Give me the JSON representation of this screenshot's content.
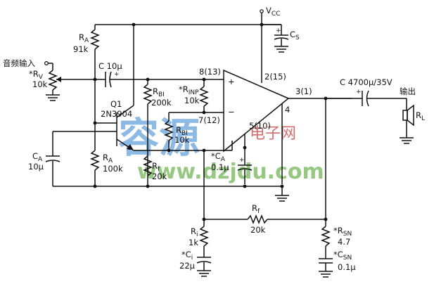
{
  "labels": {
    "vcc": "V",
    "vcc_sub": "CC",
    "cs": "C",
    "cs_sub": "S",
    "input": "音频输入",
    "rv": "R",
    "rv_sub": "V",
    "rv_star": "*",
    "rv_value": "10k",
    "ra_top": "R",
    "ra_top_sub": "A",
    "ra_top_value": "91k",
    "c_in": "C  10μ",
    "q1": "Q1",
    "q1_part": "2N3904",
    "rbi_top": "R",
    "rbi_top_sub": "BI",
    "rbi_top_value": "200k",
    "rinp": "R",
    "rinp_sub": "INP",
    "rinp_star": "*",
    "rinp_value": "10k",
    "rbi_bot": "R",
    "rbi_bot_sub": "BI",
    "rbi_bot_value": "10k",
    "ca_left": "C",
    "ca_left_sub": "A",
    "ca_left_value": "10μ",
    "ra_bot": "R",
    "ra_bot_sub": "A",
    "ra_bot_value": "100k",
    "rf_small": "R",
    "rf_small_sub": "f",
    "rf_small_value": "20k",
    "ca_mid": "C",
    "ca_mid_sub": "A",
    "ca_mid_star": "*",
    "ca_mid_value": "0.1μ",
    "pin8": "8(13)",
    "pin2": "2(15)",
    "pin3": "3(1)",
    "pin4": "4",
    "pin7": "7(12)",
    "pin5": "5(10)",
    "c_out": "C  4700μ/35V",
    "output": "输出",
    "rl": "R",
    "rl_sub": "L",
    "rf": "R",
    "rf_sub": "f",
    "rf_value": "20k",
    "ri": "R",
    "ri_sub": "i",
    "ri_value": "1k",
    "ci": "C",
    "ci_sub": "i",
    "ci_star": "*",
    "ci_value": "22μ",
    "rsn": "R",
    "rsn_sub": "SN",
    "rsn_star": "*",
    "rsn_value": "4.7",
    "csn": "C",
    "csn_sub": "SN",
    "csn_star": "*",
    "csn_value": "0.1μ",
    "plus_in": "+",
    "minus_in": "−",
    "cap_plus": "+"
  },
  "watermark": {
    "big": "容源",
    "mid": "电子网",
    "url": "www.dzjdu.com"
  }
}
